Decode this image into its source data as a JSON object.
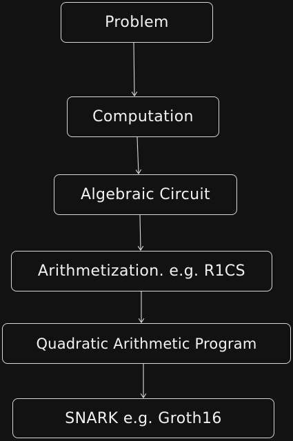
{
  "nodes": [
    {
      "label": "Problem"
    },
    {
      "label": "Computation"
    },
    {
      "label": "Algebraic Circuit"
    },
    {
      "label": "Arithmetization. e.g. R1CS"
    },
    {
      "label": "Quadratic Arithmetic Program"
    },
    {
      "label": "SNARK e.g. Groth16"
    }
  ],
  "edges": [
    {
      "from": "Problem",
      "to": "Computation"
    },
    {
      "from": "Computation",
      "to": "Algebraic Circuit"
    },
    {
      "from": "Algebraic Circuit",
      "to": "Arithmetization. e.g. R1CS"
    },
    {
      "from": "Arithmetization. e.g. R1CS",
      "to": "Quadratic Arithmetic Program"
    },
    {
      "from": "Quadratic Arithmetic Program",
      "to": "SNARK e.g. Groth16"
    }
  ],
  "colors": {
    "background": "#121212",
    "stroke": "#d9d9d9",
    "text": "#f2f2f2"
  }
}
